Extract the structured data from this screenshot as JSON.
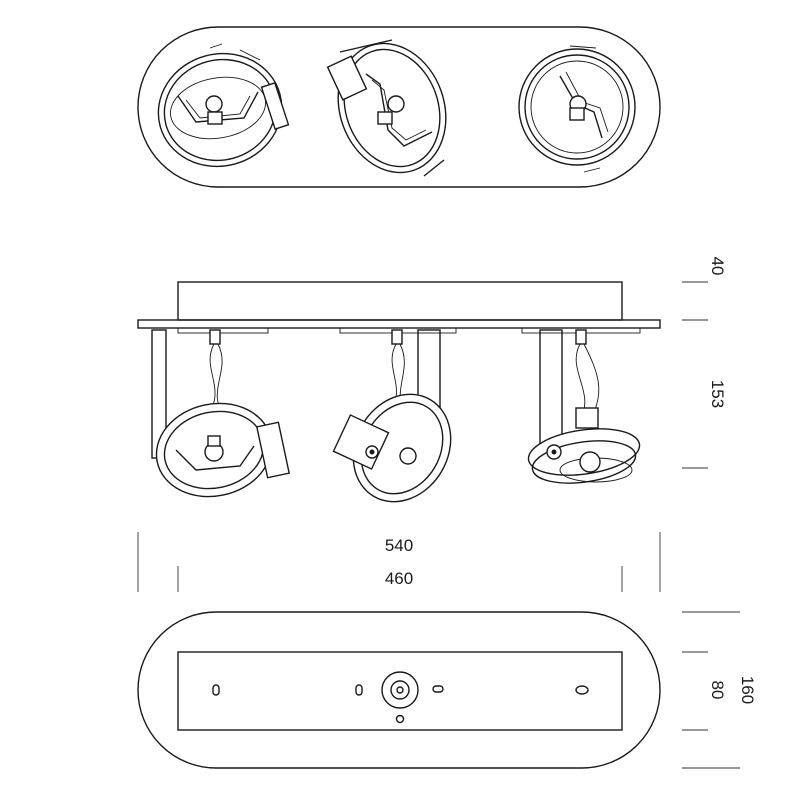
{
  "dimensions": {
    "overall_width": "540",
    "inner_width": "460",
    "base_height": "40",
    "spot_height": "153",
    "overall_depth": "160",
    "inner_depth": "80"
  },
  "colors": {
    "line": "#1a1a1a",
    "background": "#ffffff"
  }
}
